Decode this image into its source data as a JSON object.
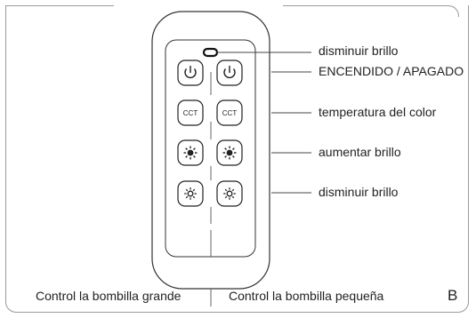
{
  "callouts": {
    "top_indicator": "disminuir brillo",
    "power": "ENCENDIDO / APAGADO",
    "color_temperature": "temperatura del color",
    "brightness_up": "aumentar brillo",
    "brightness_down": "disminuir brillo"
  },
  "buttons": {
    "cct_left": "CCT",
    "cct_right": "CCT"
  },
  "icons": {
    "power": "power-icon",
    "brightness_up": "sun-icon",
    "brightness_down": "sun-small-icon"
  },
  "captions": {
    "left": "Control la bombilla grande",
    "right": "Control la bombilla pequeña"
  },
  "panel_letter": "B"
}
